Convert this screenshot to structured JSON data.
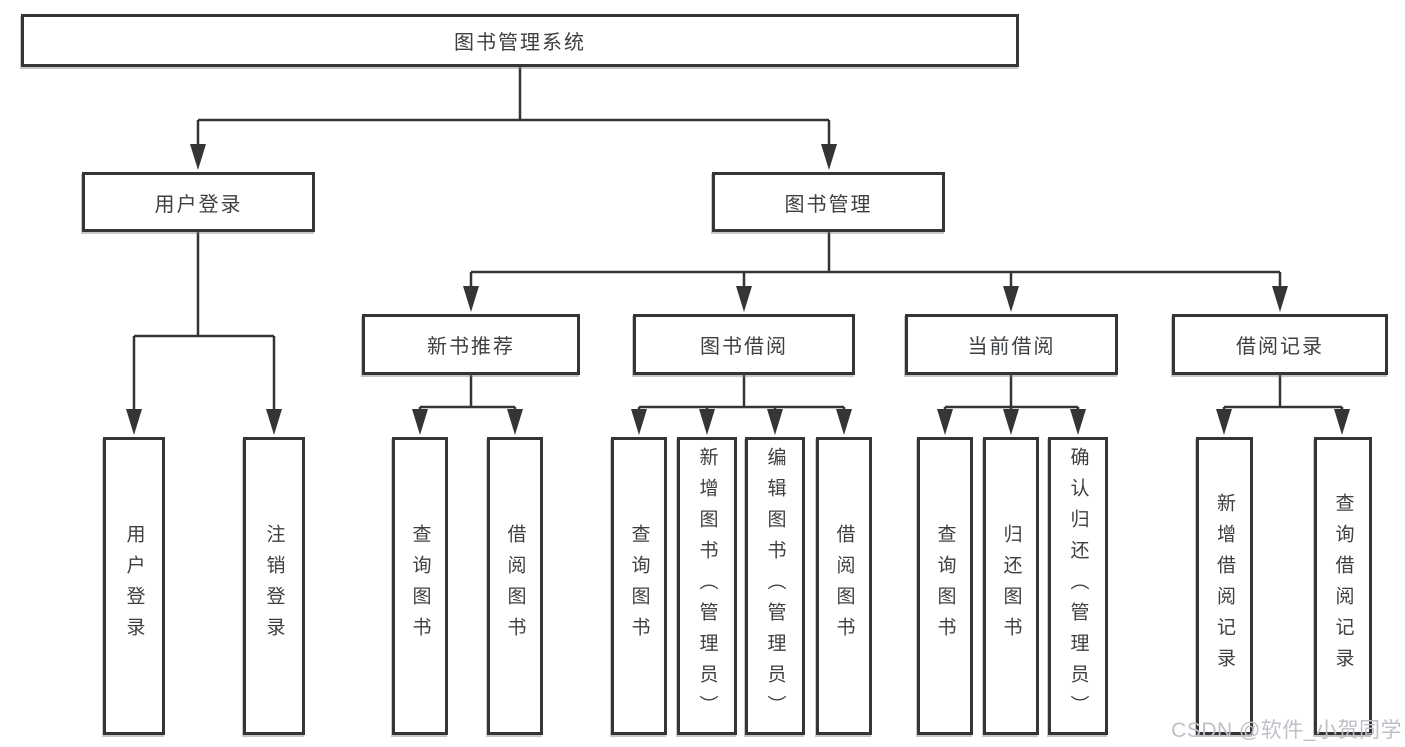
{
  "diagram": {
    "root": {
      "label": "图书管理系统"
    },
    "level2": [
      {
        "label": "用户登录"
      },
      {
        "label": "图书管理"
      }
    ],
    "level3": [
      {
        "label": "新书推荐"
      },
      {
        "label": "图书借阅"
      },
      {
        "label": "当前借阅"
      },
      {
        "label": "借阅记录"
      }
    ],
    "leaves": {
      "user_login": [
        "用户登录",
        "注销登录"
      ],
      "new_book": [
        "查询图书",
        "借阅图书"
      ],
      "book_borrow": [
        "查询图书",
        "新增图书（管理员）",
        "编辑图书（管理员）",
        "借阅图书"
      ],
      "current_borrow": [
        "查询图书",
        "归还图书",
        "确认归还（管理员）"
      ],
      "borrow_record": [
        "新增借阅记录",
        "查询借阅记录"
      ]
    },
    "watermark": "CSDN @软件_小贺同学",
    "colors": {
      "line": "#353535",
      "box_border": "#353535",
      "box_fill": "#ffffff",
      "text": "#3d4043",
      "watermark": "#bdc1c7"
    }
  }
}
